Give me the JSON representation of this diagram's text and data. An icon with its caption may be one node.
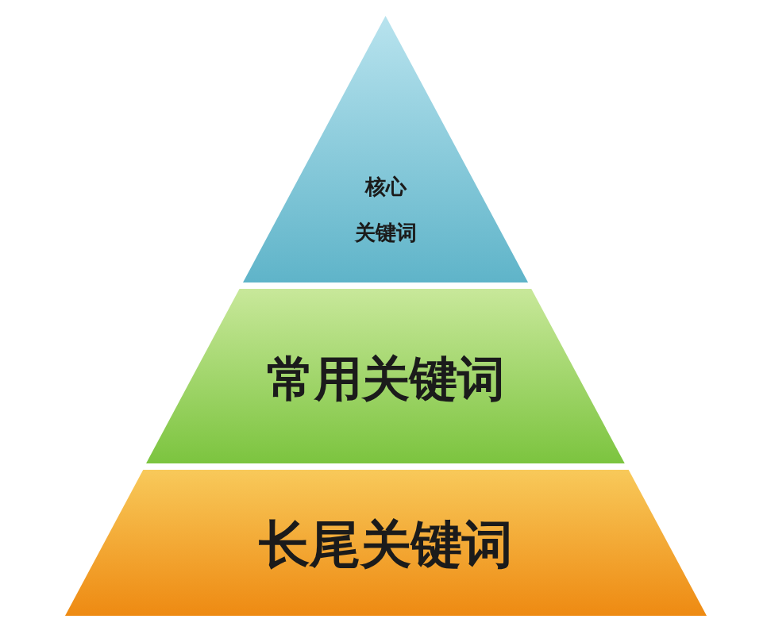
{
  "diagram": {
    "nodes": [
      {
        "text": [
          "核心",
          "关键词"
        ]
      },
      {
        "text": [
          "常用关键词"
        ]
      },
      {
        "text": [
          "长尾关键词"
        ]
      }
    ]
  }
}
